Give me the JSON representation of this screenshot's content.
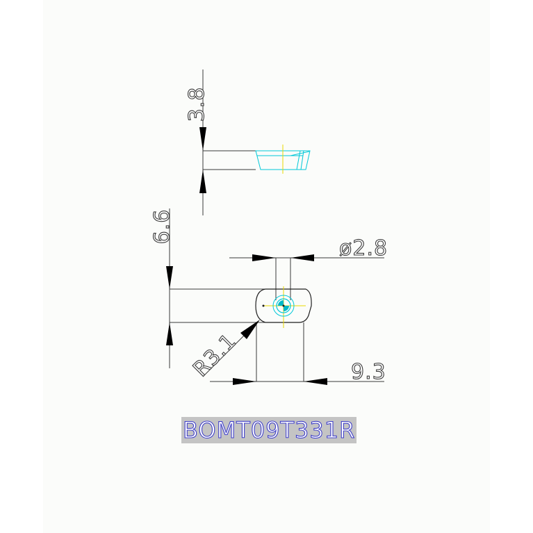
{
  "dimensions": {
    "thickness": "3.8",
    "width": "6.6",
    "hole_diameter": "ø2.8",
    "corner_radius": "R3.1",
    "length": "9.3"
  },
  "part_number": "BOMT09T331R",
  "colors": {
    "dimension_line": "#3a3a3a",
    "arrow": "#000000",
    "outline": "#1e1e1e",
    "profile_cyan": "#00c8d8",
    "center_line": "#e8d800",
    "label_text": "#4040c8",
    "label_background": "#c4c4c4"
  }
}
